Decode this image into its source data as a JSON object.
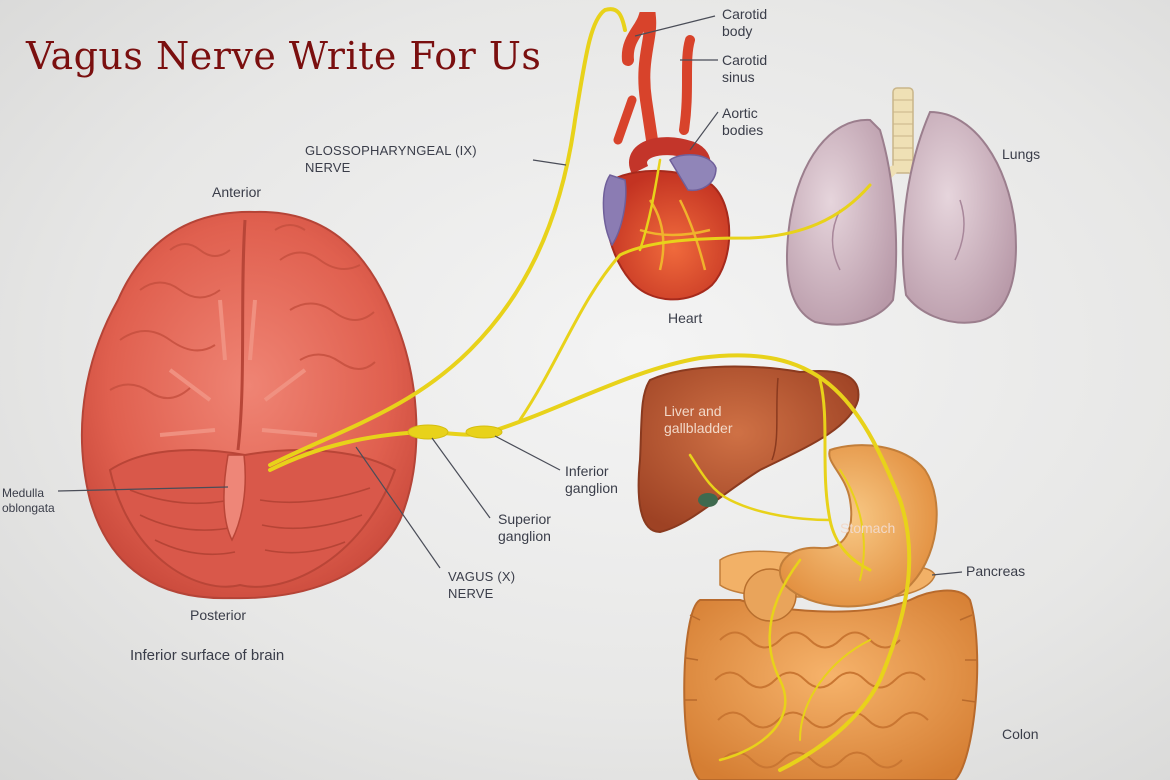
{
  "title": "Vagus Nerve Write For Us",
  "labels": {
    "carotid_body": "Carotid\nbody",
    "carotid_sinus": "Carotid\nsinus",
    "aortic_bodies": "Aortic\nbodies",
    "lungs": "Lungs",
    "glossopharyngeal": "GLOSSOPHARYNGEAL (IX)\nNERVE",
    "anterior": "Anterior",
    "heart": "Heart",
    "liver": "Liver and\ngallbladder",
    "stomach": "Stomach",
    "pancreas": "Pancreas",
    "inferior_ganglion": "Inferior\nganglion",
    "superior_ganglion": "Superior\nganglion",
    "vagus": "VAGUS (X)\nNERVE",
    "medulla": "Medulla\noblongata",
    "posterior": "Posterior",
    "caption": "Inferior surface of brain",
    "colon": "Colon"
  },
  "colors": {
    "title": "#7a0f0f",
    "nerve": "#e8d21a",
    "brain": "#e2675a",
    "heart": "#d8432b",
    "lung": "#cdb4c0",
    "liver": "#b85a32",
    "stomach": "#eaa65a",
    "colon": "#ef9f4c"
  }
}
